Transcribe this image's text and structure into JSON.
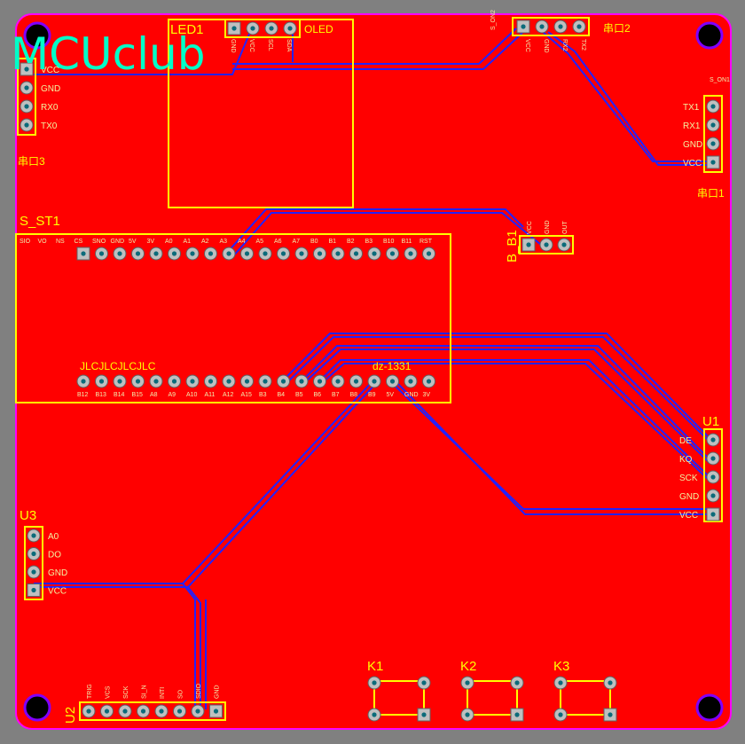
{
  "colors": {
    "background": "#808080",
    "copper": "#ff0000",
    "board_edge": "#ff00ff",
    "silkscreen": "#ffff00",
    "trace": "#2020ff",
    "pad": "#c0c0c0",
    "watermark": "#00ffc8"
  },
  "watermark": "MCUclub",
  "components": {
    "led1": {
      "ref": "LED1",
      "label": "OLED",
      "pins": [
        "GND",
        "VCC",
        "SCL",
        "SDA"
      ]
    },
    "header_left": {
      "pins": [
        "VCC",
        "GND",
        "RX0",
        "TX0"
      ],
      "label": "串口3"
    },
    "serial2": {
      "ref": "S_ON2",
      "label": "串口2",
      "pins": [
        "VCC",
        "GND",
        "RX2",
        "TX2"
      ]
    },
    "serial1": {
      "ref": "S_ON1",
      "label": "串口1",
      "pins": [
        "TX1",
        "RX1",
        "GND",
        "VCC"
      ]
    },
    "s_st1": {
      "ref": "S_ST1",
      "top_pins": [
        "SIO",
        "VO",
        "NS",
        "CS",
        "SNO",
        "GND",
        "5V",
        "3V",
        "A0",
        "A1",
        "A2",
        "A3",
        "A4",
        "A5",
        "A6",
        "A7",
        "B0",
        "B1",
        "B2",
        "B3",
        "B10",
        "B11",
        "RST"
      ],
      "bottom_pins": [
        "B12",
        "B13",
        "B14",
        "B15",
        "A8",
        "A9",
        "A10",
        "A11",
        "A12",
        "A15",
        "B3",
        "B4",
        "B5",
        "B6",
        "B7",
        "B8",
        "B9",
        "5V",
        "GND",
        "3V"
      ],
      "text_left": "JLCJLCJLCJLC",
      "text_right": "dz-1331"
    },
    "b_b1": {
      "ref": "B_B1",
      "pins": [
        "VCC",
        "GND",
        "OUT"
      ]
    },
    "u1": {
      "ref": "U1",
      "pins": [
        "DE",
        "KQ",
        "SCK",
        "GND",
        "VCC"
      ]
    },
    "u3": {
      "ref": "U3",
      "pins": [
        "A0",
        "DO",
        "GND",
        "VCC"
      ]
    },
    "u2": {
      "ref": "U2",
      "pins": [
        "TRIG",
        "VCS",
        "SCK",
        "SI_N",
        "INTI",
        "SO",
        "SDIO",
        "GND"
      ]
    },
    "k1": {
      "ref": "K1"
    },
    "k2": {
      "ref": "K2"
    },
    "k3": {
      "ref": "K3"
    }
  }
}
